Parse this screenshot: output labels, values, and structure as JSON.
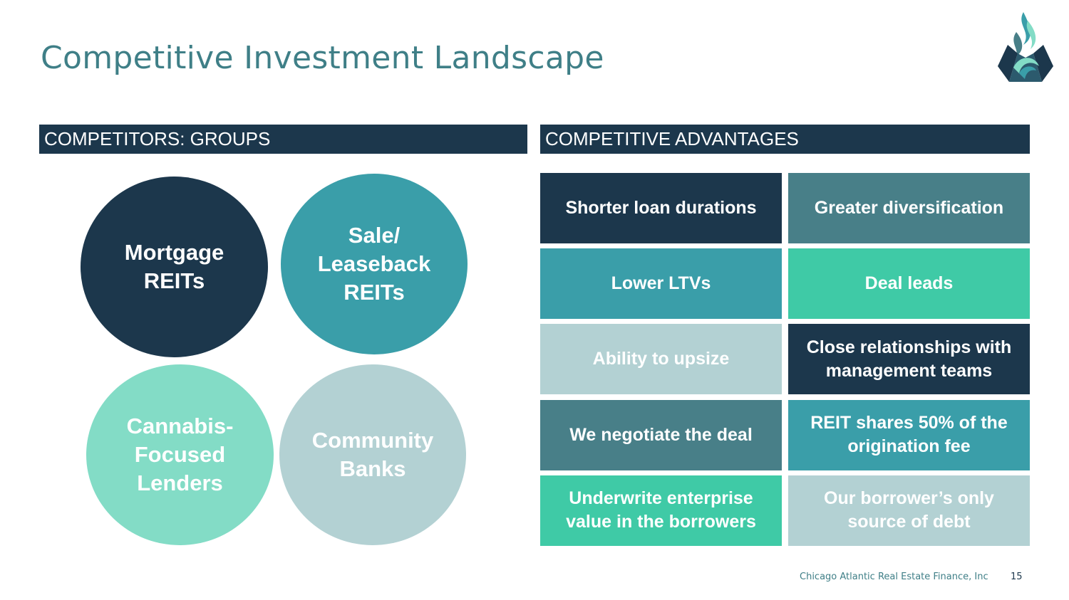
{
  "title": "Competitive Investment Landscape",
  "logo": {
    "icon": "flame-bird-logo-icon",
    "colors": [
      "#1c374c",
      "#3a9ea9",
      "#83dcc6"
    ]
  },
  "left_section": {
    "header": "COMPETITORS: GROUPS",
    "circles": [
      {
        "label": "Mortgage\nREITs",
        "color": "#1c374c"
      },
      {
        "label": "Sale/\nLeaseback\nREITs",
        "color": "#3a9ea9"
      },
      {
        "label": "Cannabis-\nFocused\nLenders",
        "color": "#83dcc6"
      },
      {
        "label": "Community\nBanks",
        "color": "#b3d1d3"
      }
    ]
  },
  "right_section": {
    "header": "COMPETITIVE ADVANTAGES",
    "advantages": [
      {
        "label": "Shorter loan durations",
        "color": "#1c374c"
      },
      {
        "label": "Greater diversification",
        "color": "#487f88"
      },
      {
        "label": "Lower LTVs",
        "color": "#3a9ea9"
      },
      {
        "label": "Deal leads",
        "color": "#3fcaa6"
      },
      {
        "label": "Ability to upsize",
        "color": "#b3d1d3"
      },
      {
        "label": "Close relationships with\nmanagement teams",
        "color": "#1c374c"
      },
      {
        "label": "We negotiate the deal",
        "color": "#487f88"
      },
      {
        "label": "REIT shares 50% of the\norigination fee",
        "color": "#3a9ea9"
      },
      {
        "label": "Underwrite enterprise\nvalue in the borrowers",
        "color": "#3fcaa6"
      },
      {
        "label": "Our borrower’s only\nsource of debt",
        "color": "#b3d1d3"
      }
    ]
  },
  "footer": {
    "company": "Chicago Atlantic Real Estate Finance, Inc",
    "page_number": "15"
  }
}
